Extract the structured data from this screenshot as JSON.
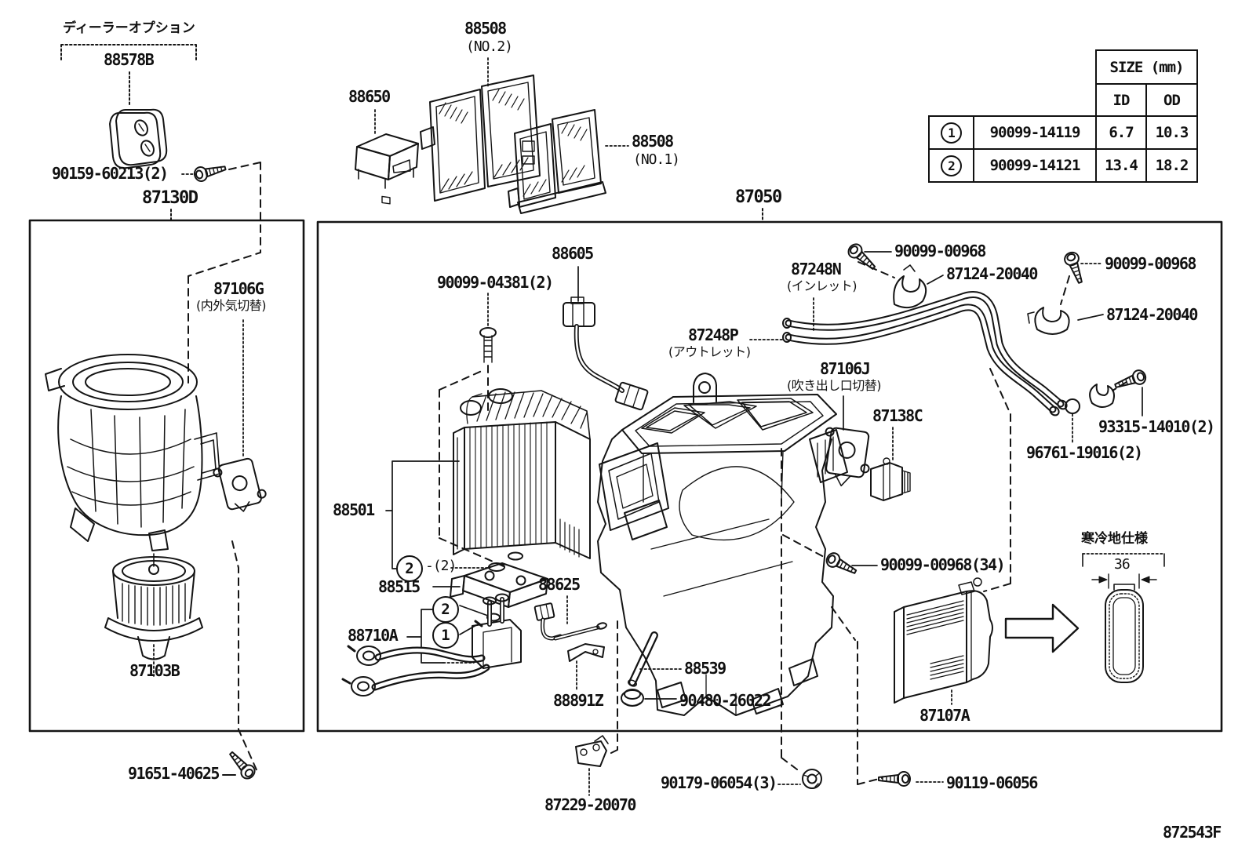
{
  "dealer_option": {
    "title": "ディーラーオプション"
  },
  "parts": {
    "dealer_grommet": "88578B",
    "dealer_screw": "90159-60213(2)",
    "blower_box": "87130D",
    "intake_servo": "87106G",
    "blower_motor": "87103B",
    "blower_screw": "91651-40625",
    "amplifier": "88650",
    "filter_no2": "88508",
    "filter_no1": "88508",
    "hvac_box": "87050",
    "thermistor": "88605",
    "evap_bolt": "90099-04381(2)",
    "evaporator": "88501",
    "evap_qty_note": "-(2)",
    "exp_valve": "88515",
    "pipe_assy": "88710A",
    "wire": "88625",
    "clamp_z": "88891Z",
    "grommet_drain": "90480-26022",
    "drain_hose": "88539",
    "bracket_lower": "87229-20070",
    "nut_lower": "90179-06054(3)",
    "bolt_lower": "90119-06056",
    "inlet_pipe": "87248N",
    "outlet_pipe": "87248P",
    "mode_servo": "87106J",
    "resistor": "87138C",
    "screw_00968_left": "90099-00968",
    "screw_00968_right": "90099-00968",
    "clamp_left": "87124-20040",
    "clamp_right": "87124-20040",
    "clamp_93315": "93315-14010(2)",
    "oring_96761": "96761-19016(2)",
    "screw_00968_34": "90099-00968(34)",
    "heater_core": "87107A"
  },
  "subs": {
    "intake_servo_sub": "(内外気切替)",
    "filter_no2_sub": "(NO.2)",
    "filter_no1_sub": "(NO.1)",
    "inlet_sub": "(インレット)",
    "outlet_sub": "(アウトレット)",
    "mode_servo_sub": "(吹き出し口切替)"
  },
  "callouts": {
    "qty1": "1",
    "qty2": "2"
  },
  "size_table": {
    "title": "SIZE (mm)",
    "col_id": "ID",
    "col_od": "OD",
    "rows": [
      {
        "num": "1",
        "part": "90099-14119",
        "id": "6.7",
        "od": "10.3"
      },
      {
        "num": "2",
        "part": "90099-14121",
        "id": "13.4",
        "od": "18.2"
      }
    ]
  },
  "cold_spec": {
    "title": "寒冷地仕様",
    "width": "36"
  },
  "footer": {
    "drawing_code": "872543F"
  }
}
